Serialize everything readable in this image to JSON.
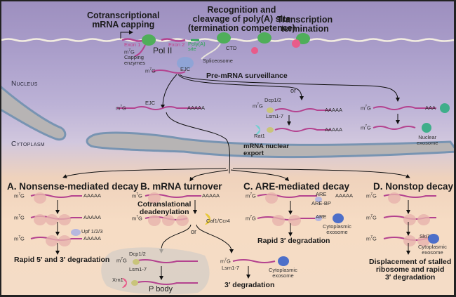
{
  "domain": "Diagram",
  "header_labels": {
    "capping": "Cotranscriptional\nmRNA capping",
    "recognition": "Recognition and\ncleavage of poly(A) site\n(termination competence)",
    "termination": "Transcription\ntermination"
  },
  "transcription_labels": {
    "exon1": "Exon 1",
    "exon2": "Exon 2",
    "polya_site": "Poly(A)\nsite",
    "pol2": "Pol II",
    "cap": "m7G",
    "capping_enzymes": "Capping\nenzymes",
    "ctd": "CTD",
    "spliceosome": "Spliceosome",
    "ejc": "EJC"
  },
  "compartments": {
    "nucleus": "Nucleus",
    "cytoplasm": "Cytoplasm"
  },
  "surveillance": {
    "title": "Pre-mRNA surveillance",
    "or": "or",
    "cap": "m7G",
    "polya": "AAAAA",
    "ejc": "EJC",
    "dcp": "Dcp1/2",
    "lsm": "Lsm1-7",
    "rat1": "Rat1",
    "nuclear_exosome": "Nuclear\nexosome",
    "export": "mRNA nuclear\nexport"
  },
  "pathways": [
    {
      "title": "A. Nonsense-mediated decay",
      "factor": "Upf 1/2/3",
      "outcome": "Rapid 5′ and 3′ degradation"
    },
    {
      "title": "B. mRNA turnover",
      "step": "Cotranslational\ndeadenylation",
      "factor": "Caf1/Ccr4",
      "or": "or",
      "dcp": "Dcp1/2",
      "lsm": "Lsm1-7",
      "xrn": "Xrn1",
      "pbody": "P body",
      "lsm2": "Lsm1-7",
      "exosome": "Cytoplasmic\nexosome",
      "outcome": "3′ degradation"
    },
    {
      "title": "C. ARE-mediated decay",
      "are": "ARE",
      "arebp": "ARE-BP",
      "exosome": "Cytoplasmic\nexosome",
      "outcome": "Rapid 3′ degradation"
    },
    {
      "title": "D. Nonstop decay",
      "ski": "Ski7",
      "exosome": "Cytoplasmic\nexosome",
      "outcome": "Displacement of stalled\nribosome and rapid\n3′ degradation"
    }
  ],
  "common": {
    "cap": "m7G",
    "polya": "AAAAA"
  },
  "colors": {
    "coding": "#b4428f",
    "utr": "#e8e4dc",
    "polymerase": "#4fae5a",
    "exosome": "#4d6fc9",
    "ribosome": "#e7b3ad",
    "membrane": "#7894b2",
    "nuclear_envelope_fill": "#b7b4b4"
  }
}
